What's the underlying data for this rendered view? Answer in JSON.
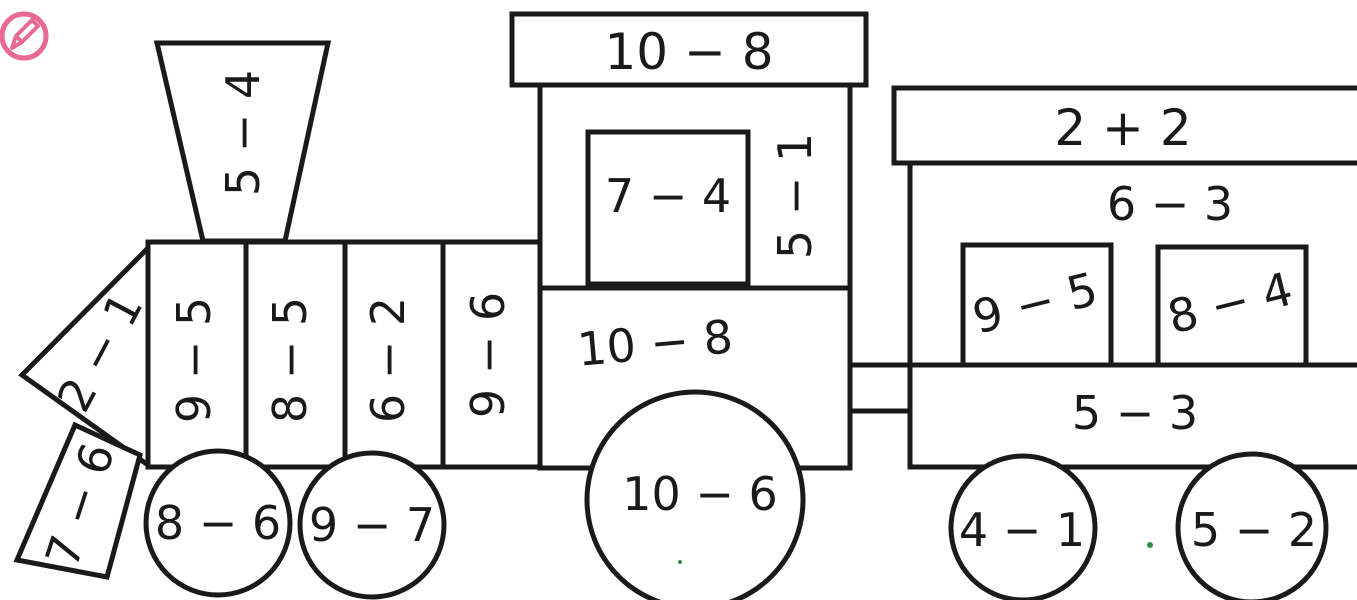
{
  "colors": {
    "outline": "#1a1a1a",
    "icon": "#e66a93"
  },
  "icons": {
    "corner": "pencil-icon"
  },
  "locomotive": {
    "chimney": "5 − 4",
    "cow_catcher_top": "2 − 1",
    "cow_catcher_bottom": "7 − 6",
    "boiler_sections": [
      "9 − 5",
      "8 − 5",
      "6 − 2",
      "9 − 6"
    ],
    "cab_roof": "10 − 8",
    "cab_window": "7 − 4",
    "cab_side": "5 − 1",
    "cab_lower": "10 − 8",
    "small_wheels": [
      "8 − 6",
      "9 − 7"
    ],
    "big_wheel": "10 − 6"
  },
  "wagon": {
    "roof": "2 + 2",
    "top_band": "6 − 3",
    "windows": [
      "9 − 5",
      "8 − 4"
    ],
    "base": "5 − 3",
    "wheels": [
      "4 − 1",
      "5 − 2"
    ]
  }
}
